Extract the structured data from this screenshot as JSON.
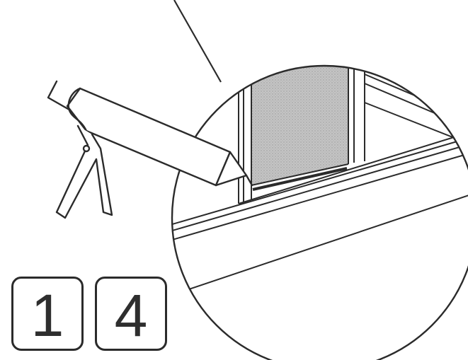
{
  "step": {
    "digits": [
      "1",
      "4"
    ]
  },
  "colors": {
    "line": "#2b2b2b",
    "panel_fill": "#bdbdbd",
    "background": "#ffffff"
  },
  "icons": {
    "tool": "caulking-gun-icon",
    "detail": "magnified-detail-circle"
  }
}
